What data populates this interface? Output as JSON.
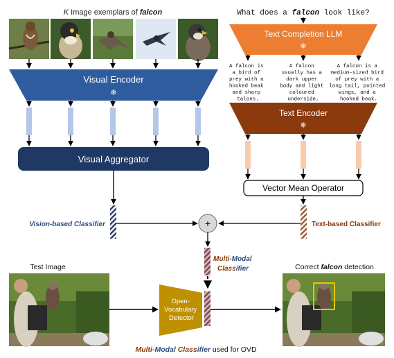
{
  "exemplar_title": {
    "prefix": "K",
    "middle": " Image exemplars of ",
    "keyword": "falcon"
  },
  "question": {
    "before": "What does a ",
    "keyword": "falcon",
    "after": " look like?"
  },
  "visual_encoder": {
    "label": "Visual Encoder",
    "frozen_symbol": "❄"
  },
  "visual_aggregator": {
    "label": "Visual Aggregator"
  },
  "text_llm": {
    "label": "Text Completion LLM",
    "frozen_symbol": "❄"
  },
  "descriptions": [
    {
      "lines": [
        "A falcon is",
        "a bird of",
        "prey with a",
        "hooked beak",
        "and sharp",
        "talons."
      ]
    },
    {
      "lines": [
        "A falcon",
        "usually has a",
        "dark upper",
        "body and light",
        "coloured",
        "underside."
      ]
    },
    {
      "lines": [
        "A falcon is a",
        "medium-sized bird",
        "of prey with a",
        "long tail, pointed",
        "wings, and a",
        "hooked beak."
      ]
    }
  ],
  "text_encoder": {
    "label": "Text Encoder",
    "frozen_symbol": "❄"
  },
  "vector_mean": {
    "label": "Vector Mean Operator"
  },
  "vision_classifier_label": "Vision-based Classifier",
  "text_classifier_label": "Text-based Classifier",
  "plus_symbol": "+",
  "multimodal_label": {
    "part1": "Multi-",
    "part2": "Modal",
    "part3": "Class",
    "part4": "ifier"
  },
  "test_image_label": "Test Image",
  "ovd_detector": {
    "line1": "Open-",
    "line2": "Vocabulary",
    "line3": "Detector"
  },
  "bottom_caption": {
    "part1": "Multi-",
    "part2": "Modal",
    "part3": " Class",
    "part4": "ifier",
    "part5": " used for OVD"
  },
  "detection_label": {
    "before": "Correct ",
    "keyword": "falcon",
    "after": " detection"
  },
  "colors": {
    "visual_blue": "#2e5c9e",
    "aggregator_navy": "#1f3864",
    "llm_orange": "#ed7d31",
    "text_encoder_brown": "#8b3a0e",
    "light_blue_feature": "#b4c7e7",
    "light_orange_feature": "#f8cbad",
    "detector_gold": "#bf9000",
    "vision_text_color": "#2f4f7f",
    "text_class_color": "#8b3a0e",
    "detection_box": "#e8c400"
  }
}
